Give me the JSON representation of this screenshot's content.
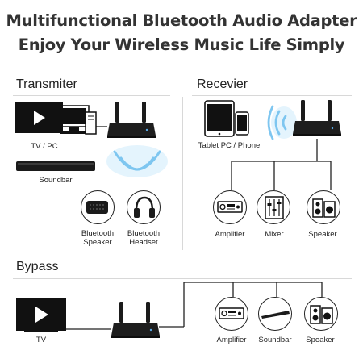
{
  "header": {
    "line1": "Multifunctional Bluetooth Audio Adapter",
    "line2": "Enjoy Your Wireless Music Life Simply"
  },
  "transmitter": {
    "title": "Transmiter",
    "tv_pc_label": "TV / PC",
    "soundbar_label": "Soundbar",
    "bt_speaker_label": [
      "Bluetooth",
      "Speaker"
    ],
    "bt_headset_label": [
      "Bluetooth",
      "Headset"
    ]
  },
  "receiver": {
    "title": "Recevier",
    "tablet_label": "Tablet PC / Phone",
    "amplifier_label": "Amplifier",
    "mixer_label": "Mixer",
    "speaker_label": "Speaker"
  },
  "bypass": {
    "title": "Bypass",
    "tv_label": "TV",
    "amplifier_label": "Amplifier",
    "soundbar_label": "Soundbar",
    "speaker_label": "Speaker"
  },
  "colors": {
    "wave": "#7ec6f0",
    "wave_glow": "#d9f0fc",
    "device": "#1b1b1b",
    "line": "#222222",
    "rule": "#d8d8d8"
  }
}
